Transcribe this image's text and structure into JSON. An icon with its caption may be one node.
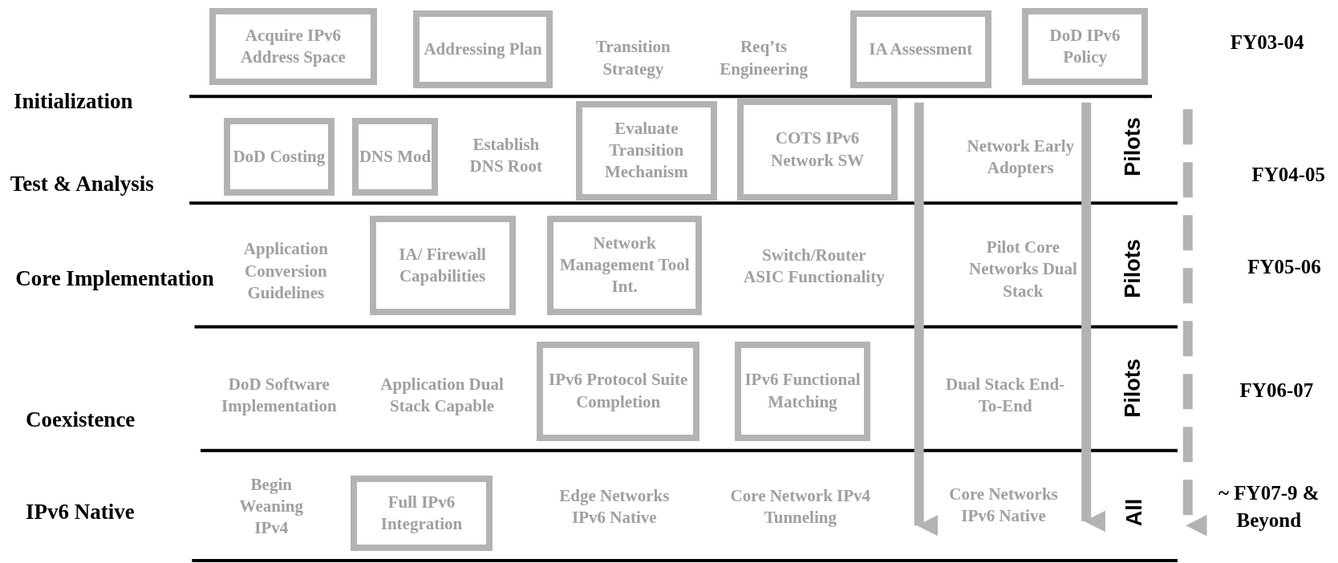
{
  "diagram": {
    "nodes": [
      {
        "text": [
          "Acquire IPv6 Address Space"
        ]
      },
      {
        "text": [
          "Addressing Plan"
        ]
      },
      {
        "text": [
          "IA Assessment"
        ]
      },
      {
        "text": [
          "DoD IPv6 Policy"
        ]
      },
      {
        "text": [
          "DoD Costing"
        ]
      },
      {
        "text": [
          "DNS Mod"
        ]
      },
      {
        "text": [
          "Evaluate Transition Mechanism"
        ]
      },
      {
        "text": [
          "COTS IPv6 Network SW"
        ]
      },
      {
        "text": [
          "IA/ Firewall Capabilities"
        ]
      },
      {
        "text": [
          "Network Management Tool Int."
        ]
      },
      {
        "text": [
          "IPv6 Protocol Suite Completion"
        ]
      },
      {
        "text": [
          "IPv6 Functional Matching"
        ]
      },
      {
        "text": [
          "Full IPv6 Integration"
        ]
      }
    ],
    "labels": [
      "Transition Strategy",
      "Req’ts Engineering",
      "FY03-04",
      "Initialization",
      "Establish DNS Root",
      "Network Early Adopters",
      "Pilots",
      "Test & Analysis",
      "FY04-05",
      "Core Implementation",
      "Application Conversion Guidelines",
      "Switch/Router ASIC Functionality",
      "Pilot Core Networks Dual Stack",
      "Pilots",
      "FY05-06",
      "DoD Software Implementation",
      "Application Dual Stack Capable",
      "Dual Stack End-To-End",
      "Pilots",
      "FY06-07",
      "Coexistence",
      "Begin Weaning IPv4",
      "Edge Networks IPv6 Native",
      "Core Network IPv4 Tunneling",
      "Core Networks IPv6 Native",
      "All",
      "~ FY07-9 & Beyond",
      "IPv6 Native"
    ]
  }
}
